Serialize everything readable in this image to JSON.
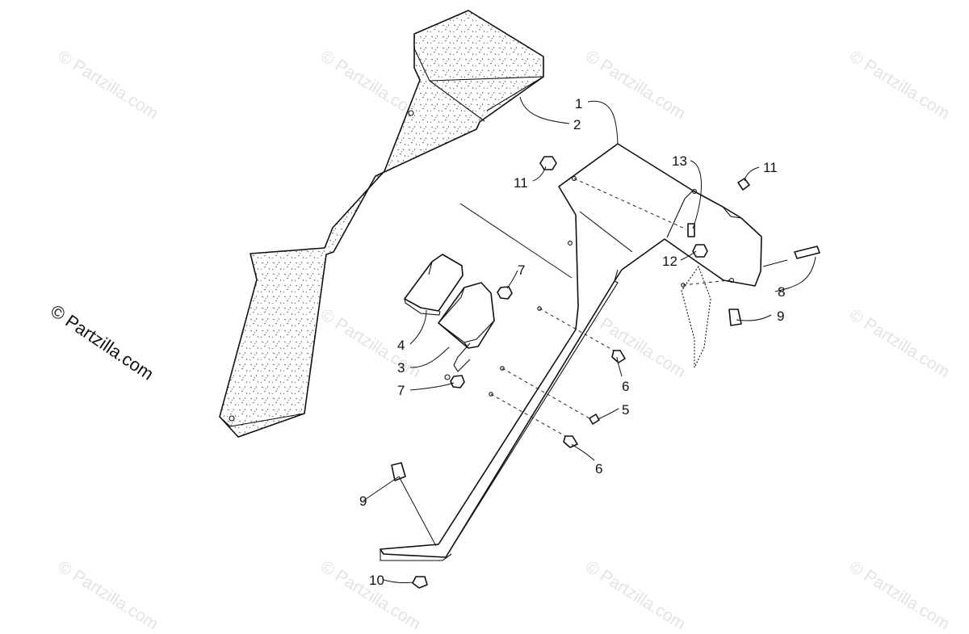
{
  "watermark": {
    "text": "© Partzilla.com",
    "tiles": [
      {
        "text": "© Partzilla.com"
      },
      {
        "text": "© Partzilla.com"
      },
      {
        "text": "© Partzilla.com"
      },
      {
        "text": "© Partzilla.com"
      },
      {
        "text": "© Partzilla.com"
      },
      {
        "text": "© Partzilla.com"
      },
      {
        "text": "© Partzilla.com"
      },
      {
        "text": "© Partzilla.com"
      },
      {
        "text": "© Partzilla.com"
      },
      {
        "text": "© Partzilla.com"
      },
      {
        "text": "© Partzilla.com"
      }
    ]
  },
  "callouts": [
    {
      "label": "1"
    },
    {
      "label": "2"
    },
    {
      "label": "3"
    },
    {
      "label": "4"
    },
    {
      "label": "5"
    },
    {
      "label": "6"
    },
    {
      "label": "6"
    },
    {
      "label": "7"
    },
    {
      "label": "7"
    },
    {
      "label": "8"
    },
    {
      "label": "9"
    },
    {
      "label": "9"
    },
    {
      "label": "10"
    },
    {
      "label": "11"
    },
    {
      "label": "11"
    },
    {
      "label": "12"
    },
    {
      "label": "13"
    }
  ]
}
